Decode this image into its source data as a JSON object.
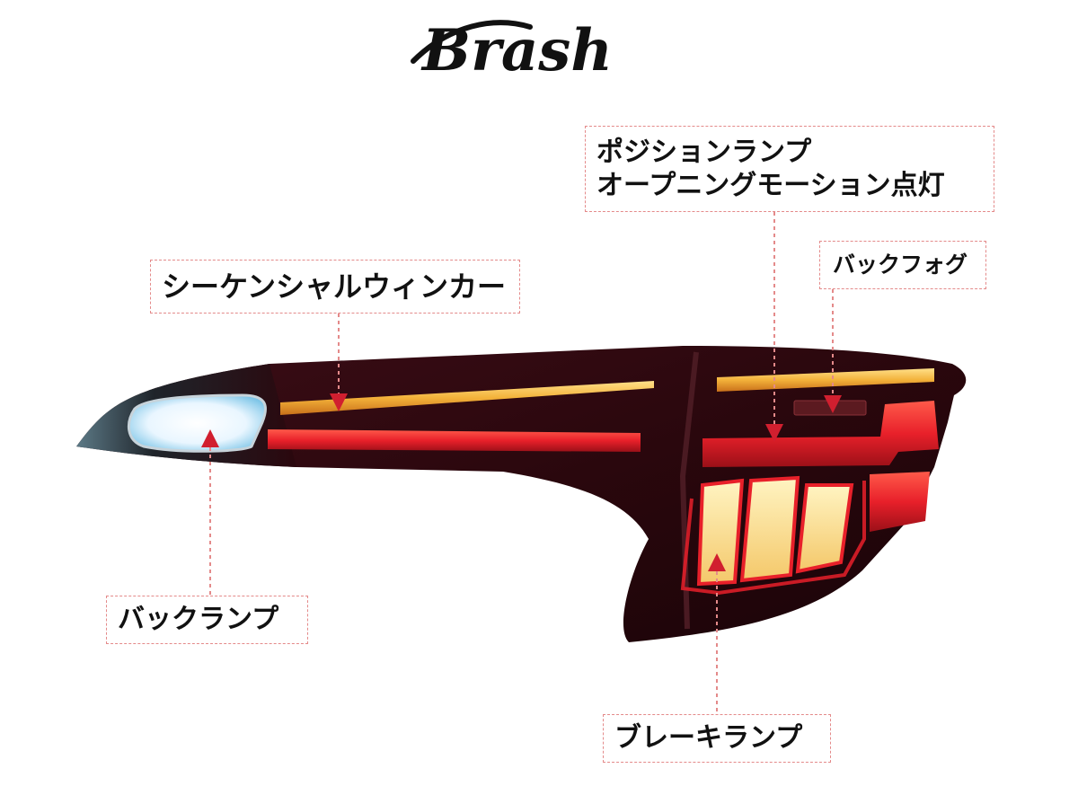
{
  "brand": {
    "logo_text": "Brash"
  },
  "labels": {
    "position_lamp_line1": "ポジションランプ",
    "position_lamp_line2": "オープニングモーション点灯",
    "back_fog": "バックフォグ",
    "sequential_winker": "シーケンシャルウィンカー",
    "back_lamp": "バックランプ",
    "brake_lamp": "ブレーキランプ"
  },
  "colors": {
    "label_border": "#e48a8a",
    "pointer": "#d11f2f",
    "housing": "#2a0a10",
    "red_light": "#e8202a",
    "amber_light": "#f3b23a",
    "white_light": "#e9f6ff"
  }
}
